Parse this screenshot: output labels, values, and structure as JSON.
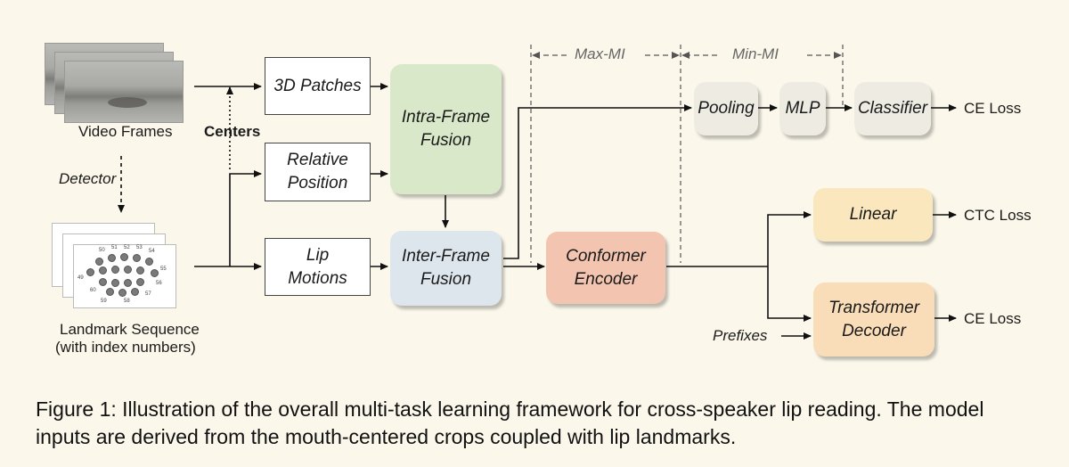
{
  "inputs": {
    "video_frames": "Video Frames",
    "landmark_sequence_line1": "Landmark Sequence",
    "landmark_sequence_line2": "(with index numbers)",
    "detector": "Detector",
    "centers": "Centers",
    "landmark_indices": [
      "50",
      "51",
      "52",
      "53",
      "54",
      "55",
      "49",
      "56",
      "60",
      "57",
      "59",
      "58"
    ]
  },
  "features": {
    "patches": "3D Patches",
    "relative_position_line1": "Relative",
    "relative_position_line2": "Position",
    "lip_motions_line1": "Lip",
    "lip_motions_line2": "Motions"
  },
  "fusion": {
    "intra_line1": "Intra-Frame",
    "intra_line2": "Fusion",
    "inter_line1": "Inter-Frame",
    "inter_line2": "Fusion"
  },
  "encoder": {
    "line1": "Conformer",
    "line2": "Encoder"
  },
  "regions": {
    "max_mi": "Max-MI",
    "min_mi": "Min-MI"
  },
  "speaker_branch": {
    "pooling": "Pooling",
    "mlp": "MLP",
    "classifier": "Classifier",
    "loss": "CE Loss"
  },
  "ctc_branch": {
    "linear": "Linear",
    "loss": "CTC Loss"
  },
  "decoder_branch": {
    "line1": "Transformer",
    "line2": "Decoder",
    "prefixes": "Prefixes",
    "loss": "CE Loss"
  },
  "caption": {
    "line1": "Figure 1: Illustration of the overall multi-task learning framework for cross-speaker lip reading. The model",
    "line2": "inputs are derived from the mouth-centered crops coupled with lip landmarks."
  },
  "colors": {
    "background": "#fbf8eb",
    "intra_fusion": "#d9e8c9",
    "inter_fusion": "#dde6ec",
    "encoder": "#f3c4b0",
    "speaker_block": "#eeebe3",
    "linear": "#fae7bd",
    "decoder": "#f9ddb8",
    "stroke": "#111111"
  }
}
